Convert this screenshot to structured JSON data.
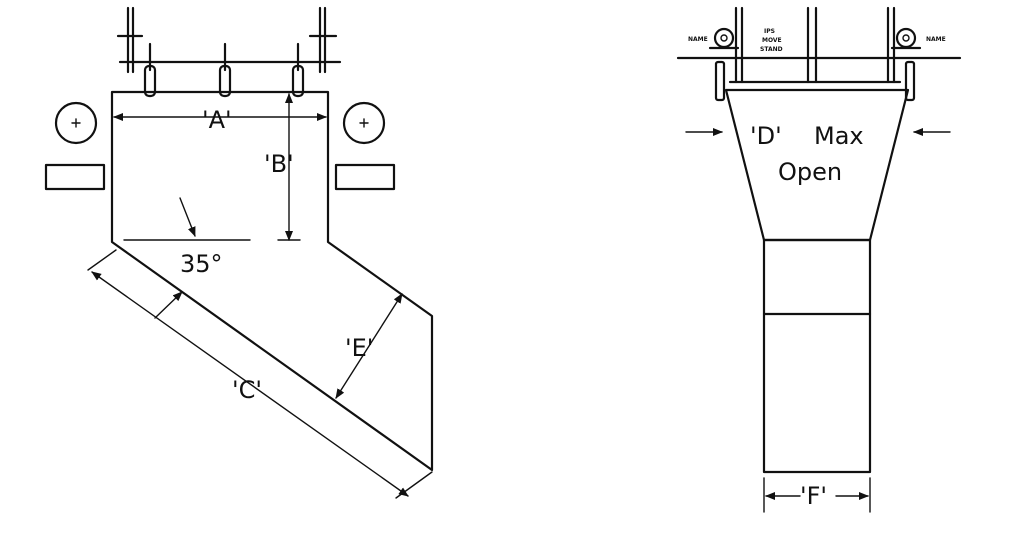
{
  "colors": {
    "line": "#111111",
    "background": "#ffffff"
  },
  "side_view": {
    "label_a": "'A'",
    "label_b": "'B'",
    "label_c": "'C'",
    "label_e": "'E'",
    "angle": "35°"
  },
  "front_view": {
    "label_d": "'D'",
    "label_max": "Max",
    "label_open": "Open",
    "label_f": "'F'",
    "note_left": "NAME",
    "note_right": "NAME",
    "note_center_1": "IPS",
    "note_center_2": "MOVE",
    "note_center_3": "STAND"
  }
}
